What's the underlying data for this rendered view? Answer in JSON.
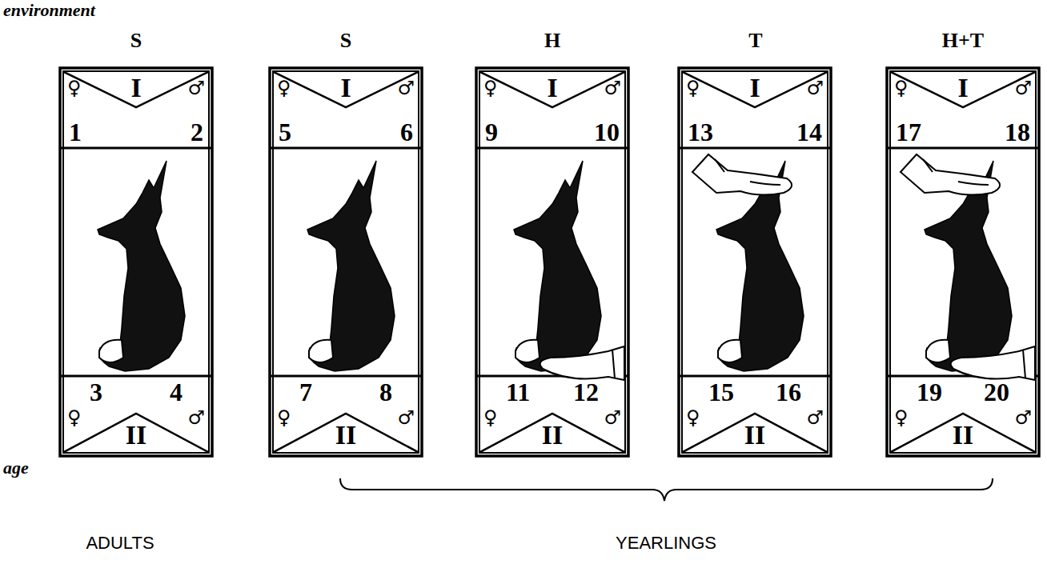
{
  "diagram": {
    "nodes": [
      {
        "text": [
          "I",
          "♀",
          "♂",
          "1",
          "2"
        ]
      },
      {
        "text": [
          "3",
          "4",
          "♀",
          "♂",
          "II"
        ]
      },
      {
        "text": [
          "I",
          "♀",
          "♂",
          "5",
          "6"
        ]
      },
      {
        "text": [
          "7",
          "8",
          "♀",
          "♂",
          "II"
        ]
      },
      {
        "text": [
          "I",
          "♀",
          "♂",
          "9",
          "10"
        ]
      },
      {
        "text": [
          "11",
          "12",
          "♀",
          "♂",
          "II"
        ]
      },
      {
        "text": [
          "I",
          "♀",
          "♂",
          "13",
          "14"
        ]
      },
      {
        "text": [
          "15",
          "16",
          "♀",
          "♂",
          "II"
        ]
      },
      {
        "text": [
          "I",
          "♀",
          "♂",
          "17",
          "18"
        ]
      },
      {
        "text": [
          "19",
          "20",
          "♀",
          "♂",
          "II"
        ]
      }
    ],
    "labels": [
      "environment",
      "S",
      "S",
      "H",
      "T",
      "H+T",
      "age",
      "ADULTS",
      "YEARLINGS"
    ]
  }
}
